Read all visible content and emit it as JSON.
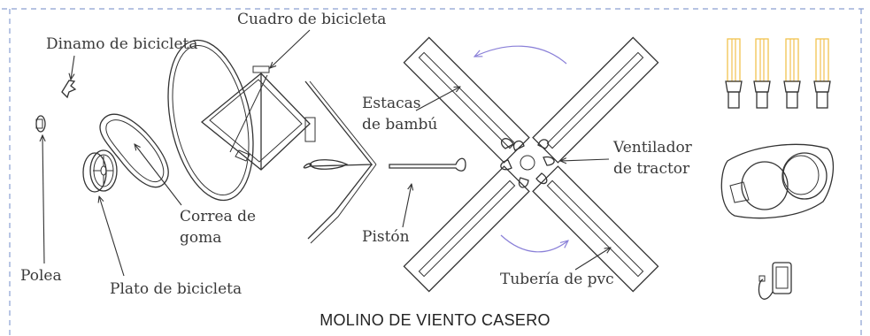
{
  "title": "MOLINO DE VIENTO CASERO",
  "labels": {
    "dinamo": "Dinamo de bicicleta",
    "cuadro": "Cuadro de bicicleta",
    "estacas_1": "Estacas",
    "estacas_2": "de bambú",
    "ventilador_1": "Ventilador",
    "ventilador_2": "de tractor",
    "correa_1": "Correa de",
    "correa_2": "goma",
    "piston": "Pistón",
    "polea": "Polea",
    "plato": "Plato de bicicleta",
    "tuberia": "Tubería de pvc"
  },
  "colors": {
    "border_dash": "#8a9fd1",
    "rotation_arrow": "#8a80d8",
    "bulb_yellow": "#f2c24f",
    "ink": "#333333"
  }
}
